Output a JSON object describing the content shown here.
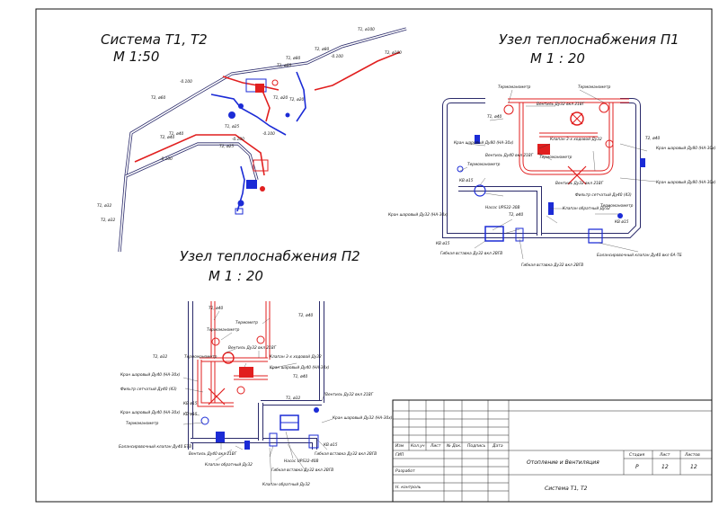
{
  "colors": {
    "supply": "#e11f1f",
    "return": "#1b2bd6",
    "line": "#111111"
  },
  "views": {
    "system": {
      "title": "Система Т1, Т2",
      "scale": "М 1:50",
      "labels": [
        "Т1, ø100",
        "Т2, ø100",
        "Т2, ø80",
        "Т1, ø80",
        "Т1, ø60",
        "Т2, ø60",
        "Т2, ø40",
        "Т1, ø40",
        "Т1, ø32",
        "Т2, ø32",
        "Т1, ø25",
        "Т2, ø25",
        "Т1, ø20",
        "Т2, ø20",
        "-0.100",
        "-0.100",
        "-0.100",
        "-0.100",
        "-0.100"
      ]
    },
    "p1": {
      "title": "Узел теплоснабжения П1",
      "scale": "М 1 : 20",
      "labels": [
        "Термоманометр",
        "Термоманометр",
        "Вентиль Дy32 вкл 21ВГ",
        "Т1, ø40",
        "Т2, ø40",
        "Кран шаровый Дy80 (HA-30x)",
        "Клапан 3-х ходовой Дy32",
        "Термоманометр",
        "Вентиль Дy40 вкл 21ВГ",
        "Фильтр сетчатый Дy40 (43)",
        "Кран шаровый Дy80 (HA-30x)",
        "Кран шаровый Дy80 (HA-30x)",
        "Термоманометр",
        "Вентиль Дy32 вкл 21ВГ",
        "Клапан обратный Дy32",
        "Кран шаровый Дy32 (HA-30x)",
        "Насос UPS32-30B",
        "Т2, ø40",
        "Гибкая вставка Дy32 вкл 2ВГВ",
        "Гибкая вставка Дy32 вкл 2ВГВ",
        "Балансировочный клапан Дy40 вкл 6А-ТБ",
        "Термоманометр",
        "КВ ø15",
        "КВ ø15",
        "КВ ø15"
      ]
    },
    "p2": {
      "title": "Узел теплоснабжения П2",
      "scale": "М 1 : 20",
      "labels": [
        "Т1, ø40",
        "Т2, ø40",
        "Термометр",
        "Термоманометр",
        "Т2, ø32",
        "Вентиль Дy32 вкл 21ВГ",
        "Клапан 3-х ходовой Дy32",
        "Термоманометр",
        "Кран шаровый Дy40 (HA-30x)",
        "Кран шаровый Дy40 (HA-30x)",
        "Фильтр сетчатый Дy40 (43)",
        "Кран шаровый Дy40 (HA-30x)",
        "Т1, ø32",
        "Вентиль Дy32 вкл 21ВГ",
        "КВ ø15",
        "КВ ø15",
        "Кран шаровый Дy32 (HA-30x)",
        "Термоманометр",
        "Балансировочный клапан Дy40 БТВ",
        "Вентиль Дy40 вкл 21ВГ",
        "Клапан обратный Дy32",
        "Насос UPS32-40В",
        "Гибкая вставка Дy32 вкл 2ВГВ",
        "Гибкая вставка Дy32 вкл 2ВГВ",
        "Клапан обратный Дy32",
        "Т1, ø40",
        "КВ ø15"
      ]
    }
  },
  "title_block": {
    "headers": [
      "Изм",
      "Кол.уч",
      "Лист",
      "№ Док.",
      "Подпись",
      "Дата"
    ],
    "roles": [
      "ГИП",
      "Разработ",
      "Н. контроль"
    ],
    "stage_header": "Стадия",
    "sheet_header": "Лист",
    "sheets_header": "Листов",
    "stage": "Р",
    "sheet": "12",
    "sheets": "12",
    "section": "Отопление и Вентиляция",
    "drawing": "Система Т1, Т2"
  }
}
